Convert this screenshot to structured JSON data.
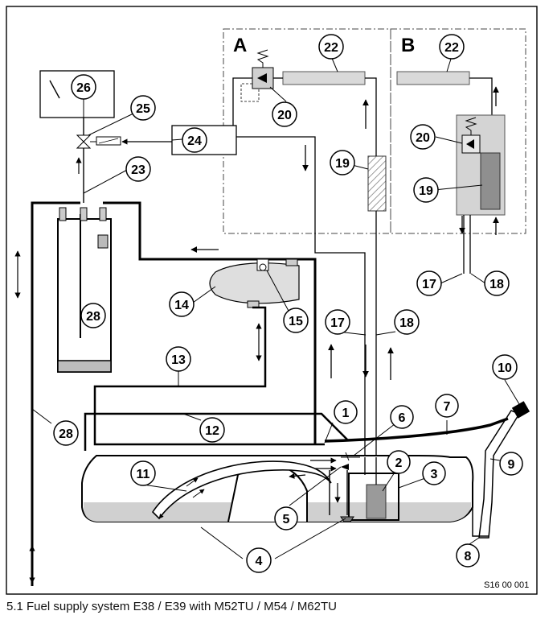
{
  "figure": {
    "caption": "5.1 Fuel supply system E38 / E39 with M52TU / M54 / M62TU",
    "reference_code": "S16 00 001",
    "section_a_label": "A",
    "section_b_label": "B"
  },
  "callouts": [
    {
      "id": "c1",
      "label": "1"
    },
    {
      "id": "c2",
      "label": "2"
    },
    {
      "id": "c3",
      "label": "3"
    },
    {
      "id": "c4",
      "label": "4"
    },
    {
      "id": "c5",
      "label": "5"
    },
    {
      "id": "c6",
      "label": "6"
    },
    {
      "id": "c7",
      "label": "7"
    },
    {
      "id": "c8",
      "label": "8"
    },
    {
      "id": "c9",
      "label": "9"
    },
    {
      "id": "c10",
      "label": "10"
    },
    {
      "id": "c11",
      "label": "11"
    },
    {
      "id": "c12",
      "label": "12"
    },
    {
      "id": "c13",
      "label": "13"
    },
    {
      "id": "c14",
      "label": "14"
    },
    {
      "id": "c15",
      "label": "15"
    },
    {
      "id": "c17a",
      "label": "17"
    },
    {
      "id": "c17b",
      "label": "17"
    },
    {
      "id": "c18a",
      "label": "18"
    },
    {
      "id": "c18b",
      "label": "18"
    },
    {
      "id": "c19a",
      "label": "19"
    },
    {
      "id": "c19b",
      "label": "19"
    },
    {
      "id": "c20a",
      "label": "20"
    },
    {
      "id": "c20b",
      "label": "20"
    },
    {
      "id": "c22a",
      "label": "22"
    },
    {
      "id": "c22b",
      "label": "22"
    },
    {
      "id": "c23",
      "label": "23"
    },
    {
      "id": "c24",
      "label": "24"
    },
    {
      "id": "c25",
      "label": "25"
    },
    {
      "id": "c26",
      "label": "26"
    },
    {
      "id": "c28a",
      "label": "28"
    },
    {
      "id": "c28b",
      "label": "28"
    }
  ]
}
